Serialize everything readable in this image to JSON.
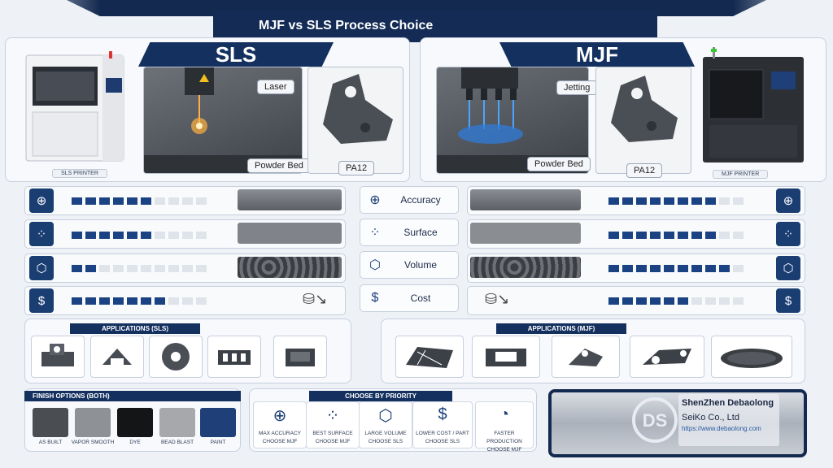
{
  "title": "MJF vs SLS Process Choice",
  "sls": {
    "banner": "SLS",
    "laser_tag": "Laser",
    "bed_tag": "Powder Bed",
    "material_tag": "PA12",
    "printer_caption": "SLS PRINTER",
    "accuracy_level": 0.6,
    "surface_level": 0.6,
    "volume_level": 0.2,
    "cost_level": 0.7
  },
  "mjf": {
    "banner": "MJF",
    "jet_tag": "Jetting",
    "bed_tag": "Powder Bed",
    "material_tag": "PA12",
    "printer_caption": "MJF PRINTER",
    "accuracy_level": 0.8,
    "surface_level": 0.8,
    "volume_level": 0.9,
    "cost_level": 0.6
  },
  "metrics": [
    {
      "label": "Accuracy",
      "icon": "target-icon"
    },
    {
      "label": "Surface",
      "icon": "dots-icon"
    },
    {
      "label": "Volume",
      "icon": "cubes-icon"
    },
    {
      "label": "Cost",
      "icon": "dollar-icon"
    }
  ],
  "applications_sls": "APPLICATIONS (SLS)",
  "applications_mjf": "APPLICATIONS (MJF)",
  "finish": {
    "heading": "FINISH OPTIONS (BOTH)",
    "items": [
      {
        "label": "AS BUILT",
        "color": "#4a4d52"
      },
      {
        "label": "VAPOR SMOOTH",
        "color": "#8e9196"
      },
      {
        "label": "DYE",
        "color": "#141517"
      },
      {
        "label": "BEAD BLAST",
        "color": "#a6a8ac"
      },
      {
        "label": "PAINT",
        "color": "#1e3f78"
      }
    ]
  },
  "priority": {
    "heading": "CHOOSE BY PRIORITY",
    "items": [
      {
        "line1": "MAX ACCURACY",
        "line2": "CHOOSE MJF"
      },
      {
        "line1": "BEST SURFACE",
        "line2": "CHOOSE MJF"
      },
      {
        "line1": "LARGE VOLUME",
        "line2": "CHOOSE SLS"
      },
      {
        "line1": "LOWER COST / PART",
        "line2": "CHOOSE SLS"
      },
      {
        "line1": "FASTER PRODUCTION",
        "line2": "CHOOSE MJF"
      }
    ]
  },
  "company": {
    "name": "ShenZhen Debaolong",
    "sub": "SeiKo Co., Ltd",
    "url": "https://www.debaolong.com"
  },
  "colors": {
    "navy": "#14305f",
    "bar_on": "#1b4384",
    "bar_off": "#dfe3ea"
  }
}
